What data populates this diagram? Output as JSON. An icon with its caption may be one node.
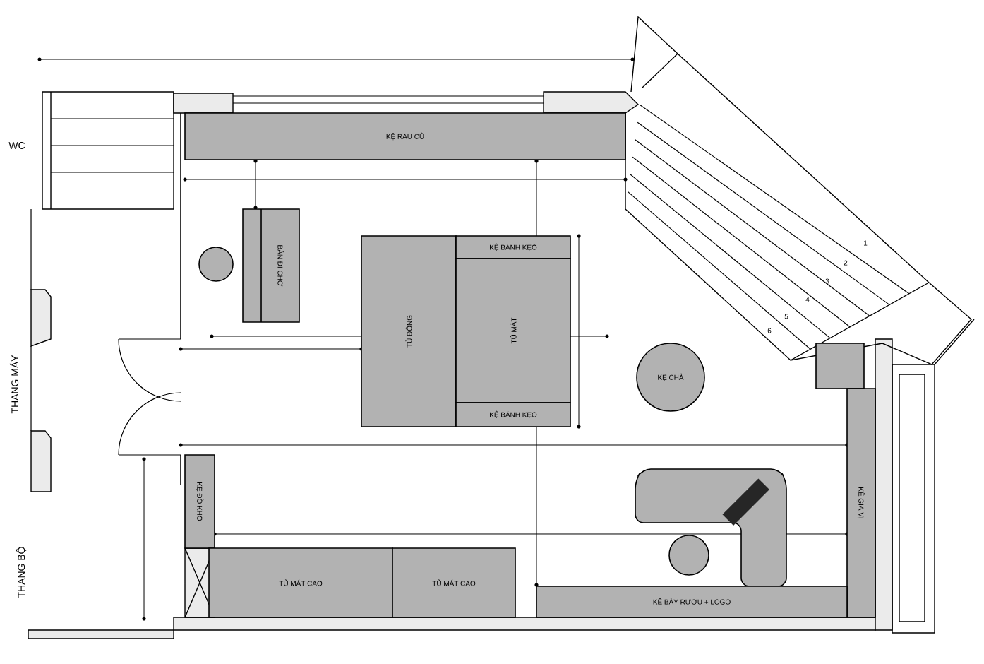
{
  "diagram": {
    "nodes": [
      {
        "text": [
          "KỆ RAU CỦ"
        ]
      },
      {
        "text": [
          "BÀN ĐI CHỢ"
        ]
      },
      {
        "text": [
          "TỦ ĐÔNG"
        ]
      },
      {
        "text": [
          "KỆ BÁNH KẸO"
        ]
      },
      {
        "text": [
          "TỦ MÁT"
        ]
      },
      {
        "text": [
          "KỆ BÁNH KẸO"
        ]
      },
      {
        "text": [
          "KỆ CHẢ"
        ]
      },
      {
        "text": [
          "KỆ GIA VỊ"
        ]
      },
      {
        "text": [
          "KỆ ĐỒ KHÔ"
        ]
      },
      {
        "text": [
          "TỦ MÁT CAO"
        ]
      },
      {
        "text": [
          "TỦ MÁT CAO"
        ]
      },
      {
        "text": [
          "KỆ BÀY RƯỢU + LOGO"
        ]
      }
    ],
    "labels": [
      "WC",
      "THANG MÁY",
      "THANG BỘ",
      "1",
      "2",
      "3",
      "4",
      "5",
      "6"
    ]
  }
}
